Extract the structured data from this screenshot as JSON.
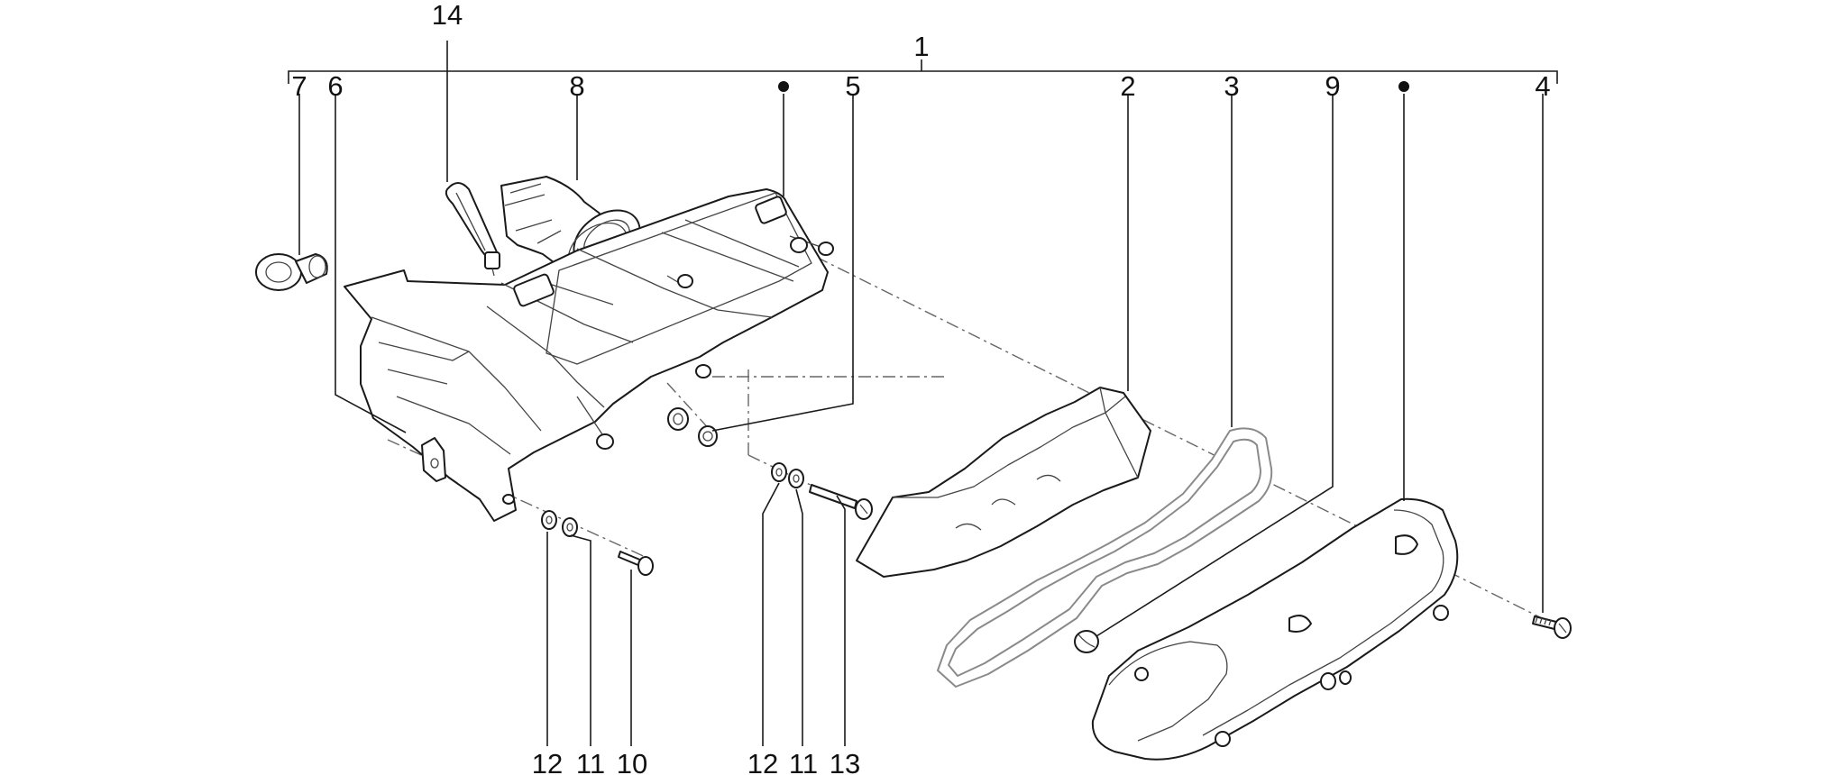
{
  "diagram": {
    "type": "exploded-parts-view",
    "callouts": {
      "c1": "1",
      "c2": "2",
      "c3": "3",
      "c4": "4",
      "c5": "5",
      "c6": "6",
      "c7": "7",
      "c8": "8",
      "c9": "9",
      "c10": "10",
      "c11a": "11",
      "c11b": "11",
      "c12a": "12",
      "c12b": "12",
      "c13": "13",
      "c14": "14"
    }
  }
}
